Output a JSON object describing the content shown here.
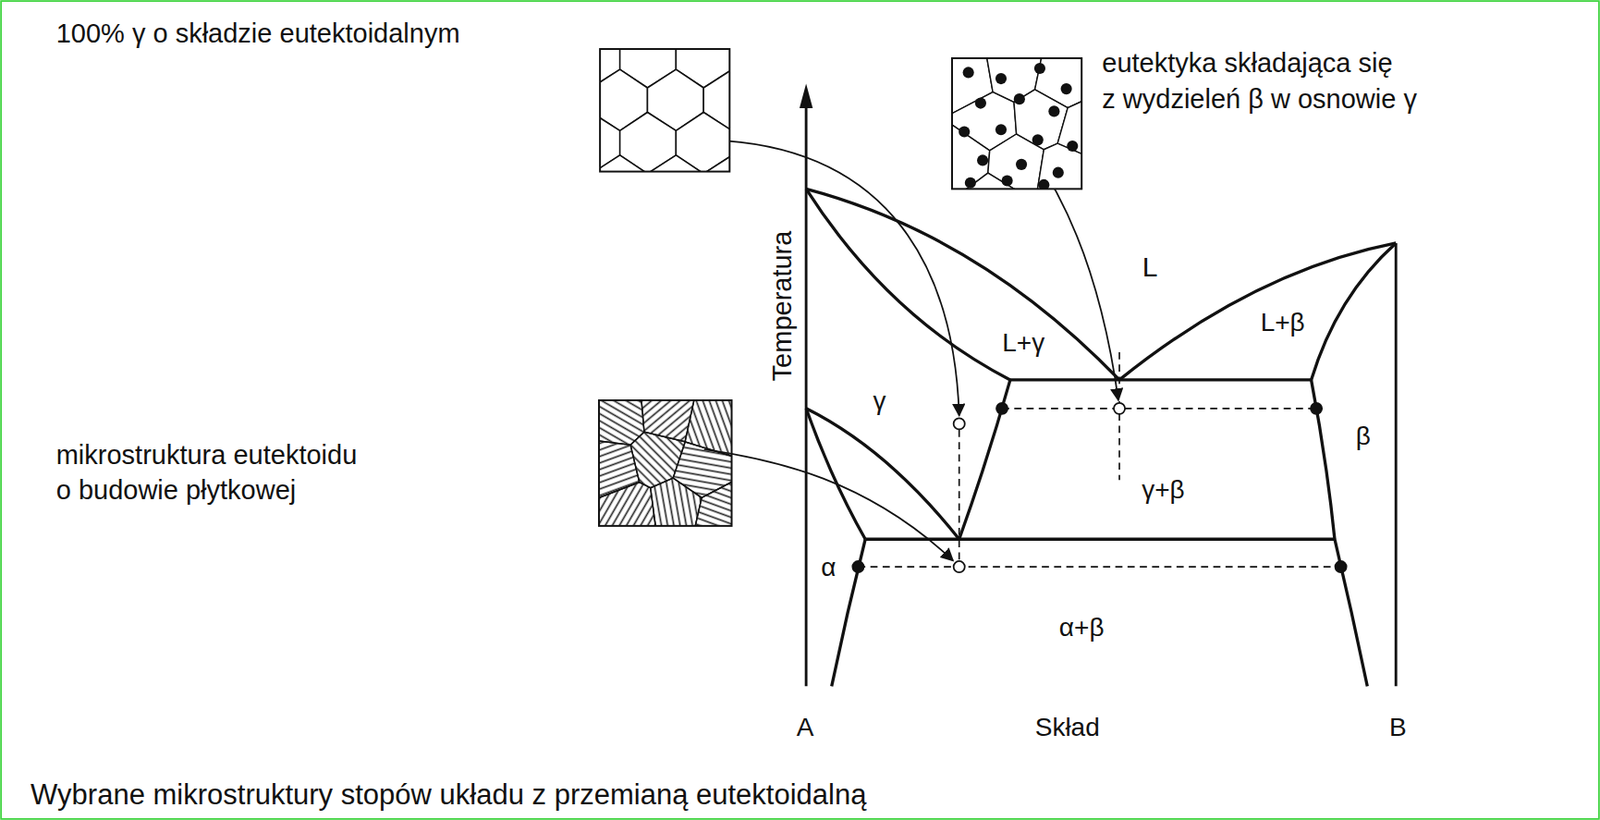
{
  "diagram": {
    "caption": "Wybrane mikrostruktury stopów układu z przemianą eutektoidalną",
    "labels": [
      "100% γ o składzie eutektoidalnym",
      "eutektyka składająca się",
      "z wydzieleń β w osnowie γ",
      "mikrostruktura eutektoidu",
      "o budowie płytkowej",
      "Temperatura",
      "L",
      "L+γ",
      "L+β",
      "γ",
      "β",
      "γ+β",
      "α",
      "α+β",
      "A",
      "Skład",
      "B"
    ]
  }
}
